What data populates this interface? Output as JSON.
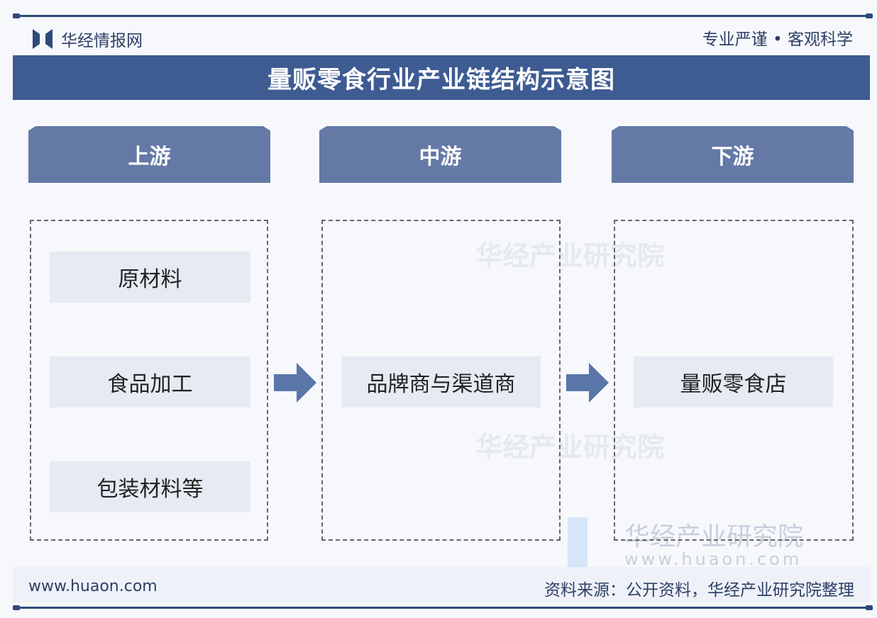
{
  "header": {
    "logo_text": "华经情报网",
    "tagline": "专业严谨 • 客观科学"
  },
  "title": "量贩零食行业产业链结构示意图",
  "columns": [
    {
      "label": "上游",
      "items": [
        "原材料",
        "食品加工",
        "包装材料等"
      ]
    },
    {
      "label": "中游",
      "items": [
        "品牌商与渠道商"
      ]
    },
    {
      "label": "下游",
      "items": [
        "量贩零食店"
      ]
    }
  ],
  "watermark": {
    "name": "华经产业研究院",
    "url": "www.huaon.com"
  },
  "footer": {
    "url": "www.huaon.com",
    "source": "资料来源：公开资料，华经产业研究院整理"
  },
  "colors": {
    "title_bar": "#3e5b92",
    "column_header": "#6479a6",
    "item_bg": "#e6eaf2",
    "arrow": "#5a75a8"
  }
}
